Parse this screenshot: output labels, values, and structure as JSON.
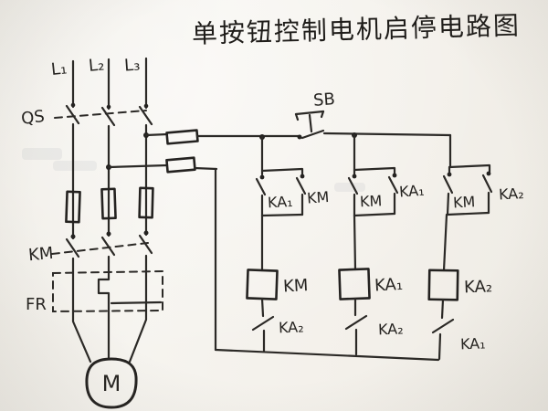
{
  "canvas": {
    "paper_color": "#f3f0ea",
    "ink_color": "#2b2926"
  },
  "title": "单按钮控制电机启停电路图",
  "power_section": {
    "phase_labels": [
      "L₁",
      "L₂",
      "L₃"
    ],
    "disconnect_switch": "QS",
    "main_contactor": "KM",
    "thermal_overload": "FR",
    "motor": "M"
  },
  "control_section": {
    "push_button": "SB",
    "branches": [
      {
        "left_contact": "KA₁",
        "right_contact": "KM",
        "coil": "KM",
        "series_contact": "KA₂"
      },
      {
        "left_contact": "KM",
        "right_contact": "KA₁",
        "coil": "KA₁",
        "series_contact": "KA₂"
      },
      {
        "left_contact": "KM",
        "right_contact": "KA₂",
        "coil": "KA₂",
        "series_contact": "KA₁"
      }
    ]
  }
}
